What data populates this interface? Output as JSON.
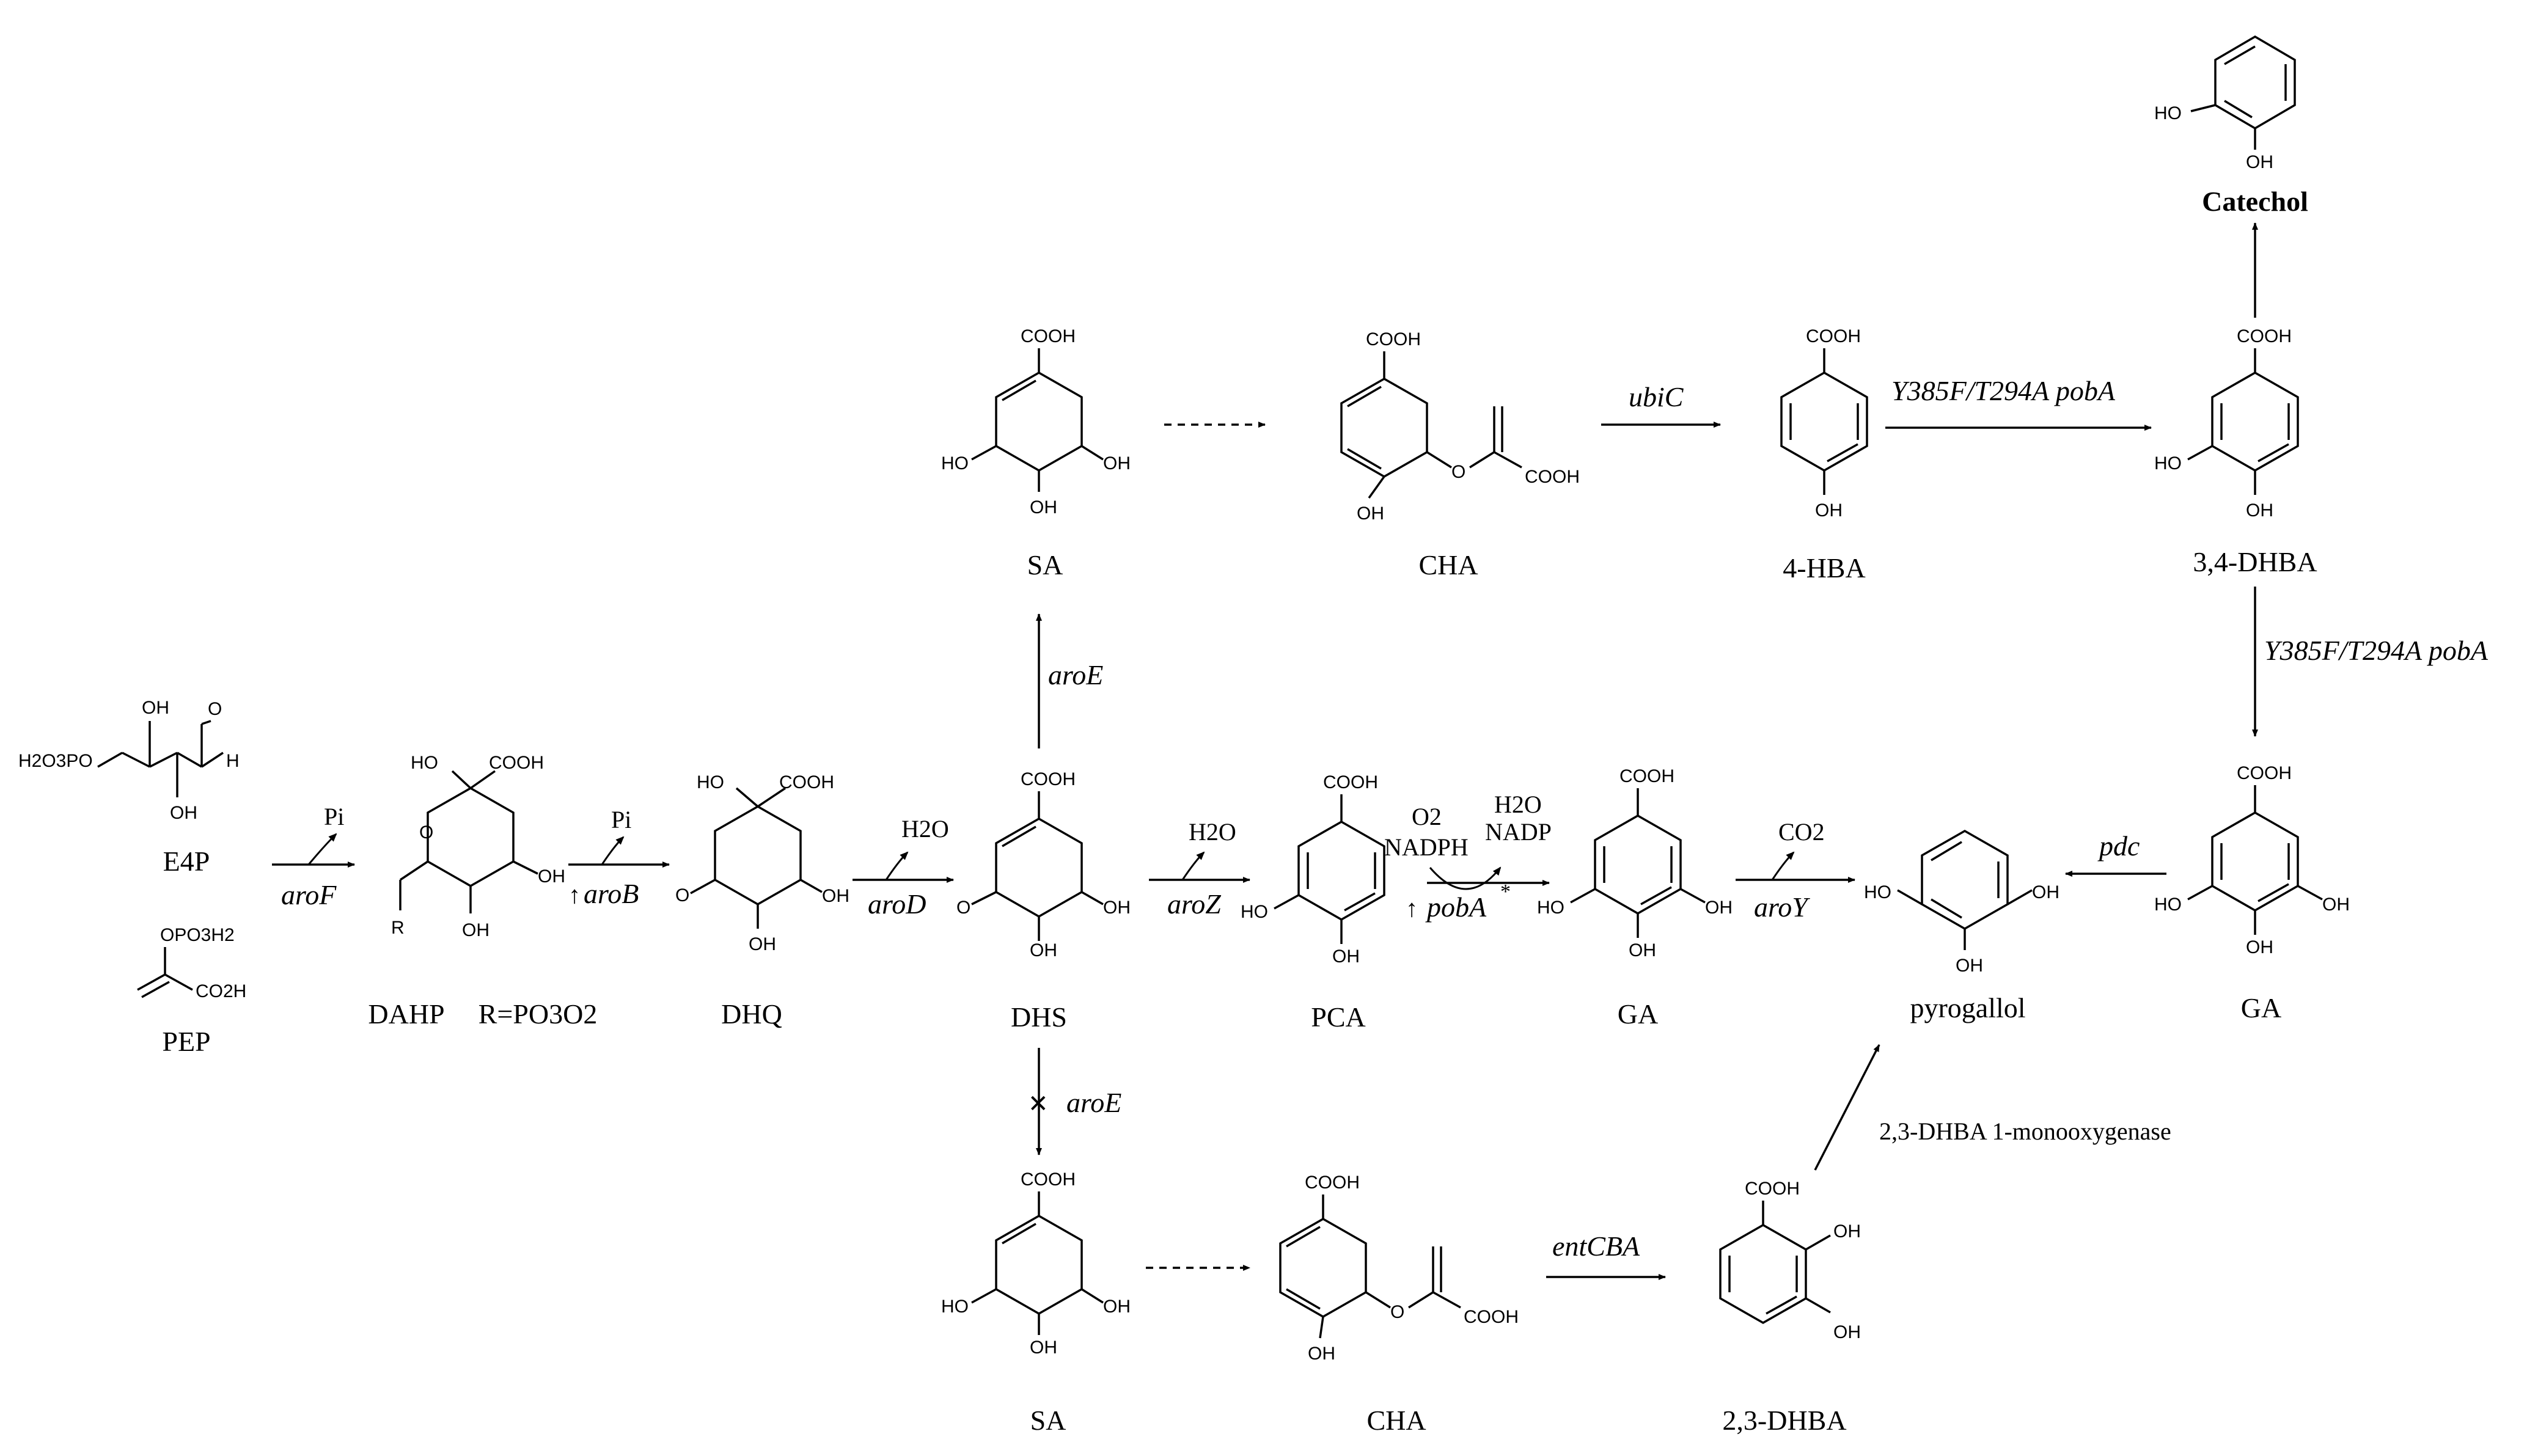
{
  "compounds": {
    "e4p": "E4P",
    "pep": "PEP",
    "dahp": "DAHP",
    "dahp_r_note": "R=PO3O2",
    "dhq": "DHQ",
    "dhs": "DHS",
    "sa_top": "SA",
    "cha_top": "CHA",
    "hba4": "4-HBA",
    "dhba34": "3,4-DHBA",
    "catechol": "Catechol",
    "pca": "PCA",
    "ga_mid": "GA",
    "ga_right": "GA",
    "pyrogallol": "pyrogallol",
    "sa_bottom": "SA",
    "cha_bottom": "CHA",
    "dhba23": "2,3-DHBA"
  },
  "enzymes": {
    "aroF": "aroF",
    "aroB": "aroB",
    "aroD": "aroD",
    "aroE_up": "aroE",
    "aroE_down": "aroE",
    "aroZ": "aroZ",
    "pobA_mut": "pobA",
    "aroY": "aroY",
    "ubiC": "ubiC",
    "pobA_variant_top": "Y385F/T294A pobA",
    "pobA_variant_right": "Y385F/T294A pobA",
    "pdc": "pdc",
    "entCBA": "entCBA",
    "monooxygenase": "2,3-DHBA 1-monooxygenase"
  },
  "cofactors": {
    "pi_1": "Pi",
    "pi_2": "Pi",
    "h2o_1": "H2O",
    "h2o_2": "H2O",
    "o2": "O2",
    "nadph": "NADPH",
    "h2o_3": "H2O",
    "nadp": "NADP",
    "co2": "CO2"
  },
  "marks": {
    "up_arrow": "↑",
    "star": "*",
    "blocked": "✕"
  },
  "atoms": {
    "cooh": "COOH",
    "oh": "OH",
    "ho": "HO",
    "o": "O",
    "h": "H",
    "r": "R",
    "h2o3po": "H2O3PO",
    "opo3h2": "OPO3H2",
    "co2h": "CO2H"
  }
}
